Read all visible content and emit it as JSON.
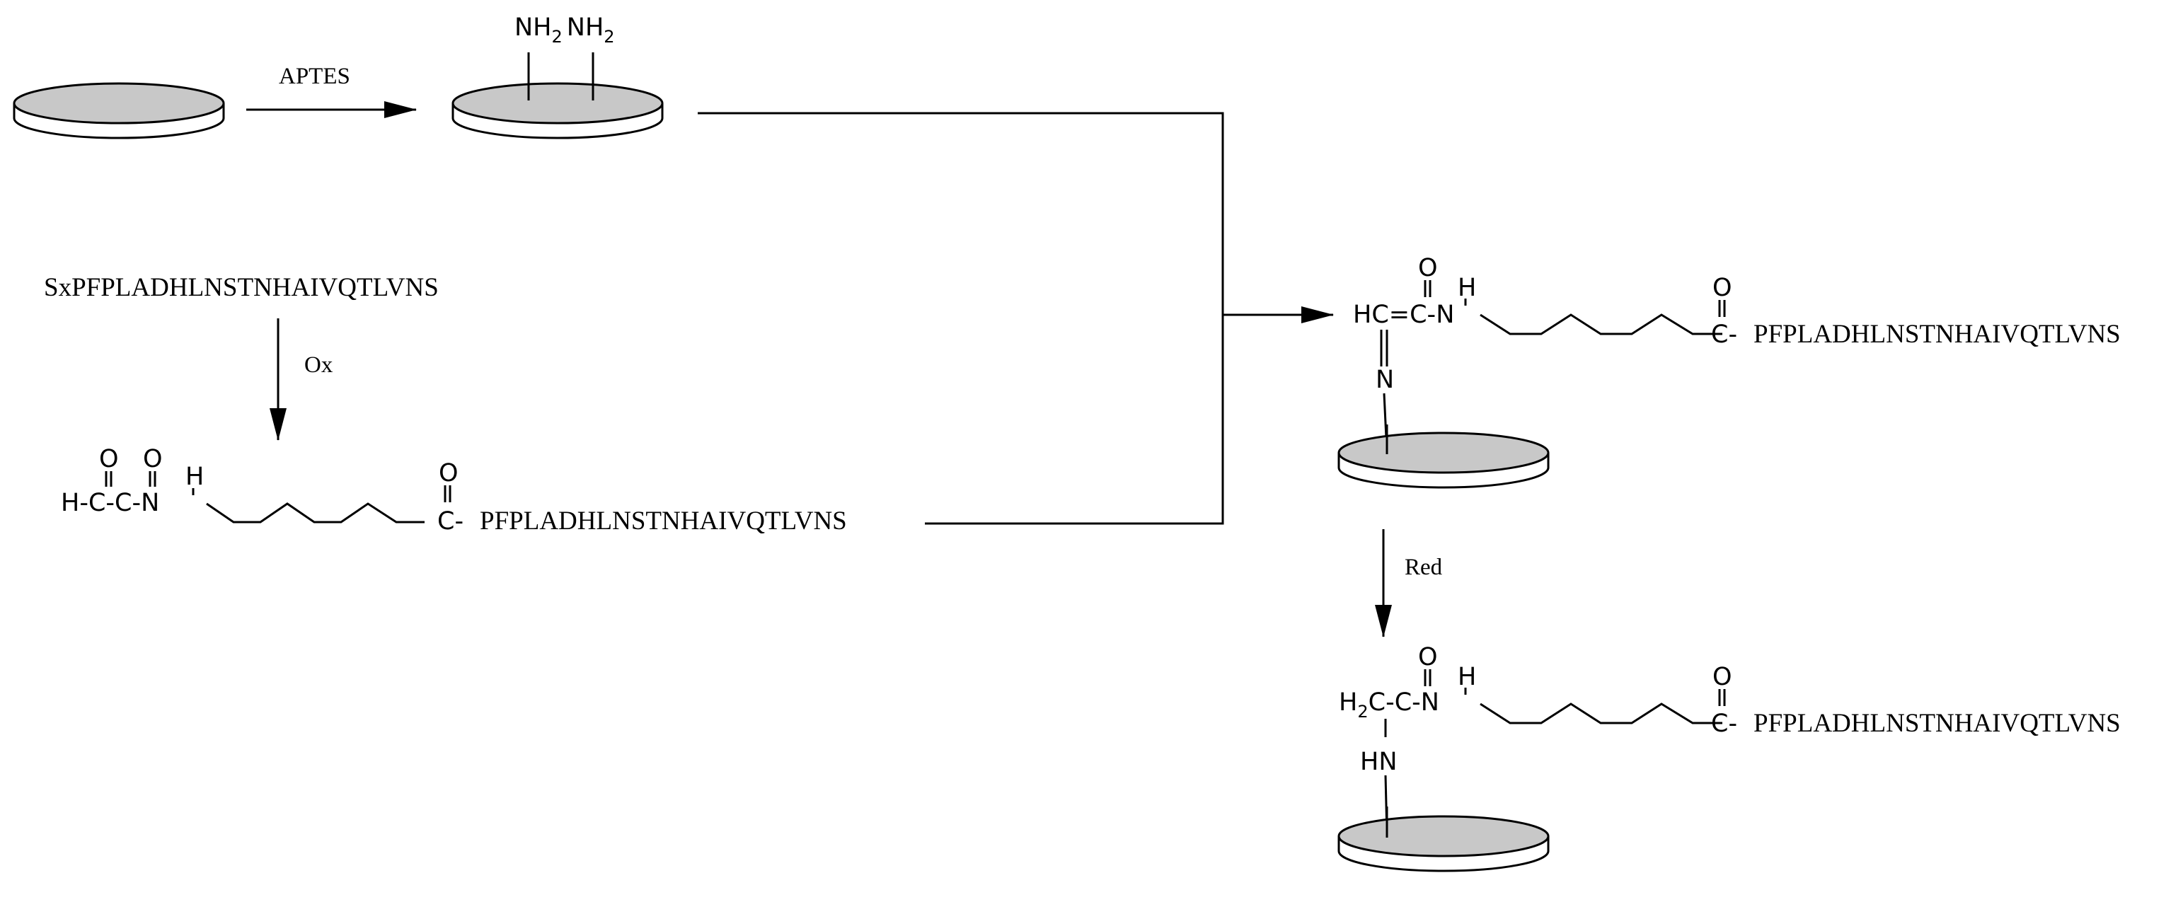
{
  "reagents": {
    "aptes": "APTES",
    "ox": "Ox",
    "red": "Red"
  },
  "sequences": {
    "starting_peptide": "SxPFPLADHLNSTNHAIVQTLVNS",
    "peptide_chain": "PFPLADHLNSTNHAIVQTLVNS"
  },
  "atoms": {
    "nh2": "NH",
    "sub2": "2",
    "oxygen": "O",
    "hydrogen": "H",
    "nitrogen": "N",
    "carbon": "C",
    "hn": "HN",
    "hc": "HC",
    "h2c_h": "H",
    "h2c_c": "C",
    "dash_c": "-C",
    "h_dash_c": "H-C",
    "c_dash_peptide": "C-"
  },
  "colors": {
    "disc_top": "#c8c8c8",
    "disc_side": "#ffffff",
    "lines": "#000000"
  }
}
